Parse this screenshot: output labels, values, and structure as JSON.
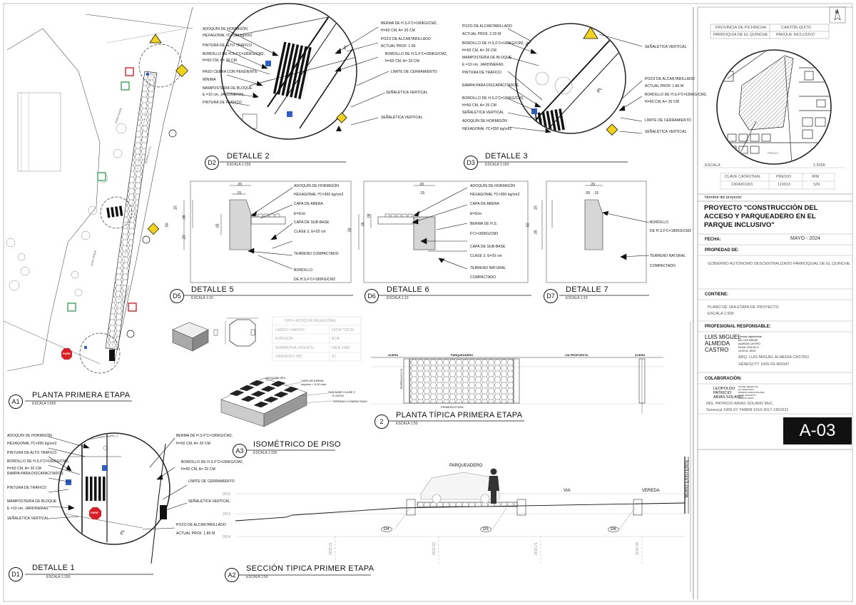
{
  "sheet_code": "A-03",
  "north_label": "N",
  "location": {
    "province": "PROVINCIA DE PICHINCHA",
    "canton": "CANTÓN QUITO",
    "parish": "PARROQUIA DE EL QUINCHE",
    "park": "PARQUE INCLUSIVO"
  },
  "map": {
    "label": "PREDIO",
    "scale_label": "ESCALA",
    "scale_value": "1:5000"
  },
  "cadastre": {
    "headers": [
      "CLAVE CATASTRAL",
      "PREDIO",
      "IRM"
    ],
    "values": [
      "1304001001",
      "110913",
      "S/N"
    ]
  },
  "project": {
    "label": "Nombre del proyecto:",
    "title_line1": "PROYECTO \"CONSTRUCCIÓN DEL",
    "title_line2": "ACCESO Y PARQUEADERO EN EL",
    "title_line3": "PARQUE INCLUSIVO\""
  },
  "date": {
    "label": "FECHA:",
    "value": "MAYO - 2024"
  },
  "owner": {
    "label": "PROPIEDAD DE:",
    "value": "GOBIERNO AUTÓNOMO DESCENTRALIZADO PARROQUIAL DE EL QUINCHE"
  },
  "content": {
    "label": "CONTIENE:",
    "line1": "PLANO DE 1RA ETAPA DE PROYECTO",
    "line2": "ESCALA 1:500"
  },
  "professional": {
    "label": "PROFESIONAL RESPONSABLE:",
    "sig_name_1": "LUIS MIGUEL",
    "sig_name_2": "ALMEIDA",
    "sig_name_3": "CASTRO",
    "sig_text_1": "Firmado digitalmente",
    "sig_text_2": "por LUIS MIGUEL",
    "sig_text_3": "ALMEIDA CASTRO",
    "sig_text_4": "Fecha: 2024.05.17",
    "sig_text_5": "16:03:44 -05'00'",
    "name": "ARQ. LUIS MIGUEL ALMEIDA CASTRO",
    "senescyt": "SENESCYT 1005-03-456347"
  },
  "collaboration": {
    "label": "COLABORACIÓN:",
    "sig_name_1": "LEOPOLDO",
    "sig_name_2": "PATRICIO",
    "sig_name_3": "ARIAS SOLANO",
    "sig_text_1": "Firmado digitalmente",
    "sig_text_2": "por LEOPOLDO",
    "sig_text_3": "PATRICIO ARIAS SOLANO",
    "sig_text_4": "Fecha: 2024.05.17",
    "sig_text_5": "16:09:22 -05'00'",
    "name": "ING. PATRICIO ARIAS SOLANO MsC.",
    "senescyt": "Senescyt 1005-07-744808 1010-2017-1901521"
  },
  "views": {
    "a1": {
      "num": "A1",
      "title": "PLANTA PRIMERA ETAPA",
      "scale": "ESCALA 1:500"
    },
    "d1": {
      "num": "D1",
      "title": "DETALLE 1",
      "scale": "ESCALA 1:150"
    },
    "d2": {
      "num": "D2",
      "title": "DETALLE 2",
      "scale": "ESCALA 1:150"
    },
    "d3": {
      "num": "D3",
      "title": "DETALLE 3",
      "scale": "ESCALA 1:150"
    },
    "d5": {
      "num": "D5",
      "title": "DETALLE 5",
      "scale": "ESCALA 1:10"
    },
    "d6": {
      "num": "D6",
      "title": "DETALLE 6",
      "scale": "ESCALA 1:10"
    },
    "d7": {
      "num": "D7",
      "title": "DETALLE 7",
      "scale": "ESCALA 1:10"
    },
    "a3": {
      "num": "A3",
      "title": "ISOMÉTRICO DE PISO",
      "scale": "ESCALA 1:150"
    },
    "p2": {
      "num": "2",
      "title": "PLANTA TÍPICA PRIMERA ETAPA",
      "scale": "ESCALA 1:50"
    },
    "a2": {
      "num": "A2",
      "title": "SECCIÓN TIPICA PRIMER ETAPA",
      "scale": "ESCALA 1:50"
    }
  },
  "notes_d2_left": [
    "ADOQUÍN DE HORMIGÓN",
    "HEXAGONAL f'C=350 kg/cm2",
    "PINTURA DE ALTO TRÁFICO",
    "BORDILLO DE H.S.F'C=180KG/CM2,",
    "H=50 CM, A= 20 CM",
    "PASO CEBRA CON PENDIENTE",
    "MÍNIMA",
    "MAMPOSTERÍA DE BLOQUE",
    "E =10 cm. JARDINERAS",
    "PINTURA DE TRÁFICO"
  ],
  "notes_d2_right": [
    "BERMA DE H.S.F'C=180KG/CM2,",
    "H=50 CM, A= 20 CM",
    "POZO DE ALCANTARILLADO",
    "ACTUAL PROF. 1.90",
    "BORDILLO DE H.S.F'C=180KG/CM2,",
    "H=50 CM, A= 20 CM",
    "LÍMITE DE CERRAMIENTO",
    "SEÑALÉTICA VERTICAL",
    "SEÑALÉTICA VERTICAL"
  ],
  "notes_d3_left": [
    "POZO DE ALCANTARILLADO",
    "ACTUAL PROF. 2.20 M",
    "BORDILLO DE H.S.F'C=180KG/CM2,",
    "H=50 CM, A= 20 CM",
    "MAMPOSTERÍA DE BLOQUE",
    "E =10 cm. JARDINERAS",
    "PINTURA DE TRÁFICO",
    "RAMPA PARA DISCAPACITADOS",
    "BORDILLO DE H.S.F'C=180KG/CM2,",
    "H=50 CM, A= 20 CM",
    "SEÑALÉTICA VERTICAL",
    "ADOQUÍN DE HORMIGÓN",
    "HEXAGONAL f'C=350 kg/cm2"
  ],
  "notes_d3_right": [
    "SEÑALÉTICA VERTICAL",
    "POZO DE ALCANTARILLADO",
    "ACTUAL PROF. 1.80 M",
    "BORDILLO DE H.S.F'C=180KG/CM2,",
    "H=50 CM, A= 20 CM",
    "LÍMITE DE CERRAMIENTO",
    "SEÑALÉTICA VERTICAL"
  ],
  "notes_d1_left": [
    "ADOQUÍN DE HORMIGÓN",
    "HEXAGONAL f'C=350 kg/cm2",
    "PINTURA DE ALTO TRÁFICO",
    "BORDILLO DE H.S.F'C=180KG/CM2,",
    "H=50 CM, A= 20 CM",
    "RAMPA PARA DISCAPACITADOS",
    "PINTURA DE TRÁFICO",
    "MAMPOSTERÍA DE BLOQUE",
    "E =10 cm. JARDINERAS",
    "SEÑALÉTICA VERTICAL"
  ],
  "notes_d1_right": [
    "BERMA DE H.S.F'C=180KG/CM2,",
    "H=50 CM, A= 20 CM",
    "BORDILLO DE H.S.F'C=180KG/CM2,",
    "H=50 CM, A= 20 CM",
    "LÍMITE DE CERRAMIENTO",
    "SEÑALÉTICA VERTICAL",
    "POZO DE ALCANTARILLADO",
    "ACTUAL PROF. 1.80 M"
  ],
  "notes_d5": [
    "ADOQUÍN DE HORMIGÓN",
    "HEXAGONAL f'C=350 kg/cm2",
    "CAPA DE ARENA",
    "E=5cm",
    "CAPA DE SUB-BASE",
    "CLASE 3, E=20 cm",
    "TERRENO COMPACTADO",
    "BORDILLO",
    "DE H.S.F'C=180KG/CM2"
  ],
  "notes_d6": [
    "ADOQUÍN DE HORMIGÓN",
    "HEXAGONAL f'C=350 kg/cm2",
    "CAPA DE ARENA",
    "E=5cm",
    "BERMA DE H.S.",
    "F'C=180KG/CM2",
    "CAPA DE SUB-BASE",
    "CLASE 3, E=20 cm",
    "TERRENO NATURAL",
    "COMPACTADO"
  ],
  "notes_d7": [
    "BORDILLO",
    "DE H.S.F'C=180KG/CM2",
    "TERRENO NATURAL",
    "COMPACTADO"
  ],
  "dims_d5": [
    ".20",
    ".15",
    ".15",
    ".05",
    ".08",
    ".20",
    ".50"
  ],
  "dims_d6": [
    ".20",
    ".15",
    ".33",
    ".05",
    ".08"
  ],
  "dims_d7": [
    ".20",
    ".05",
    ".15",
    ".15",
    ".35",
    ".50"
  ],
  "paver_table": {
    "title": "TIPO= ADOQUÍN HEXAGONAL",
    "rows": [
      [
        "LARGO / ANCHO:",
        "24CM *22CM"
      ],
      [
        "ESPESOR:",
        "8CM"
      ],
      [
        "NORMATIVA VIGENTE:",
        "INEN 3480"
      ],
      [
        "UNIDADES *M2:",
        "21"
      ]
    ]
  },
  "iso_notes": [
    "ADOQUÍN HEX.",
    "CAPA DE ARENA",
    "espesor = 5.00 cms",
    "SUB BASE CLASE 3",
    "E=20CM",
    "TERRENO COMPACTADO"
  ],
  "p2_labels": {
    "acera_l": "ACERA",
    "parqueadero": "PARQUEADERO",
    "via": "VIA PROPUESTA",
    "acera_r": "ACERA",
    "bordillo": "BORDILLO H.S.",
    "primera": "PRIMERA ETAPA"
  },
  "a2_labels": {
    "parqueadero": "PARQUEADERO",
    "via": "VIA",
    "vereda": "VEREDA",
    "muro": "MURO EXISTENTE",
    "c1": "D4",
    "c2": "D5",
    "c3": "D6",
    "lev1": "2616",
    "lev2": "2615",
    "lev3": "2614",
    "ab1": "2615.21",
    "ab2": "2615.52",
    "ab3": "2615.71",
    "ab4": "2615.58"
  },
  "a1_labels": {
    "pare": "PARE",
    "z1": "ZONA VERDE",
    "z2": "BORDILLO H.S.",
    "z3": "ZONA VERDE",
    "z4": "BORDILLO H.S."
  },
  "signs": {
    "pare": "PARE",
    "pl": "PL"
  },
  "colors": {
    "blue": "#2f5fc4",
    "yellow": "#f2d21b",
    "red": "#d91f26",
    "green": "#1b9a3c",
    "black": "#111111"
  }
}
